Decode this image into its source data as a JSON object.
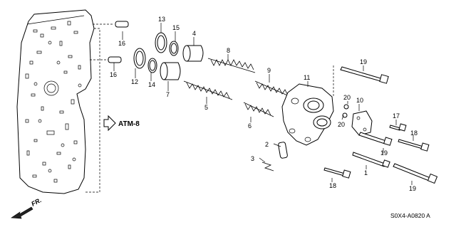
{
  "diagram": {
    "callouts": [
      {
        "id": "c13",
        "label": "13"
      },
      {
        "id": "c15",
        "label": "15"
      },
      {
        "id": "c4",
        "label": "4"
      },
      {
        "id": "c8",
        "label": "8"
      },
      {
        "id": "c16a",
        "label": "16"
      },
      {
        "id": "c16b",
        "label": "16"
      },
      {
        "id": "c12",
        "label": "12"
      },
      {
        "id": "c14",
        "label": "14"
      },
      {
        "id": "c7",
        "label": "7"
      },
      {
        "id": "c9",
        "label": "9"
      },
      {
        "id": "c5",
        "label": "5"
      },
      {
        "id": "c11",
        "label": "11"
      },
      {
        "id": "c19a",
        "label": "19"
      },
      {
        "id": "c20a",
        "label": "20"
      },
      {
        "id": "c10",
        "label": "10"
      },
      {
        "id": "c20b",
        "label": "20"
      },
      {
        "id": "c17",
        "label": "17"
      },
      {
        "id": "c6",
        "label": "6"
      },
      {
        "id": "c18a",
        "label": "18"
      },
      {
        "id": "c2",
        "label": "2"
      },
      {
        "id": "c19b",
        "label": "19"
      },
      {
        "id": "c3",
        "label": "3"
      },
      {
        "id": "c1",
        "label": "1"
      },
      {
        "id": "c18b",
        "label": "18"
      },
      {
        "id": "c19c",
        "label": "19"
      }
    ],
    "reference_label": "ATM-8",
    "direction_label": "FR.",
    "drawing_code": "S0X4-A0820 A"
  }
}
